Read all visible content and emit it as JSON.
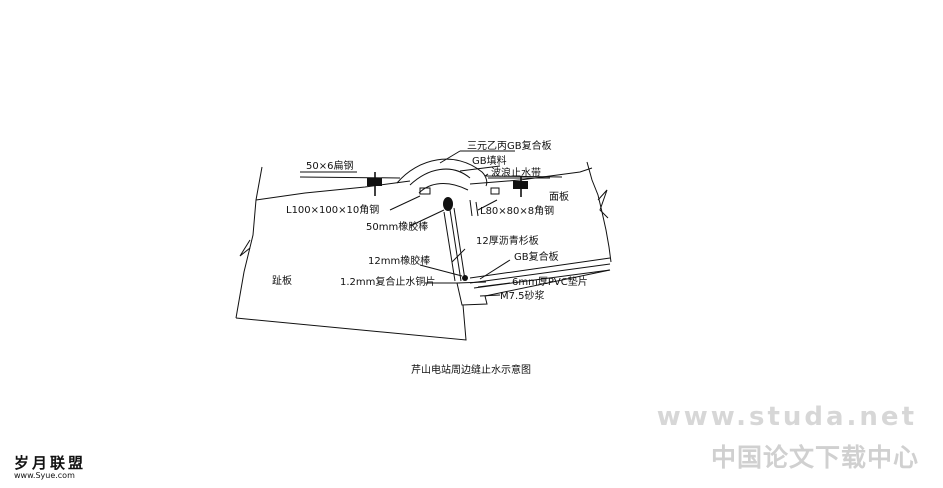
{
  "diagram": {
    "title": "芹山电站周边缝止水示意图",
    "labels": {
      "epdm_board": "三元乙丙GB复合板",
      "gb_filler": "GB填料",
      "wave_waterstop": "波浪止水带",
      "flat_steel": "50×6扁钢",
      "angle_l100": "L100×100×10角钢",
      "angle_l80": "L80×80×8角钢",
      "face_slab": "面板",
      "rubber_rod_50": "50mm橡胶棒",
      "asphalt_board": "12厚沥青杉板",
      "rubber_rod_12": "12mm橡胶棒",
      "gb_composite": "GB复合板",
      "copper_waterstop": "1.2mm复合止水铜片",
      "pvc_pad": "6mm厚PVC垫片",
      "mortar": "M7.5砂浆",
      "toe_slab": "趾板"
    }
  },
  "watermarks": {
    "site": "www.studa.net",
    "site_cn": "中国论文下载中心",
    "brand_cn": "岁月联盟",
    "brand_url": "www.Syue.com"
  }
}
